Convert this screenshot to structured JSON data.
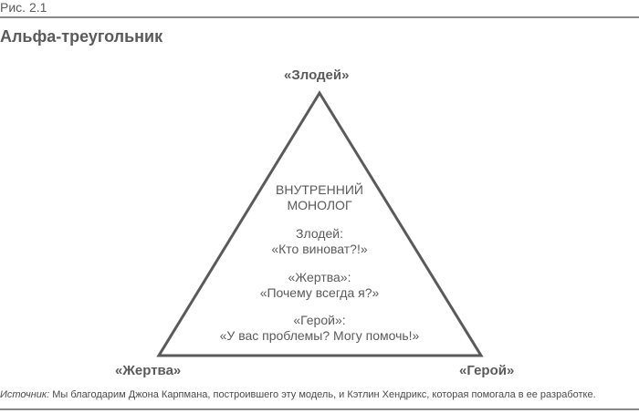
{
  "figure": {
    "label": "Рис. 2.1",
    "title": "Альфа-треугольник"
  },
  "triangle": {
    "stroke_color": "#5a5a5a",
    "vertices": {
      "top": "«Злодей»",
      "bottom_left": "«Жертва»",
      "bottom_right": "«Герой»"
    }
  },
  "inner": {
    "heading_line1": "ВНУТРЕННИЙ",
    "heading_line2": "МОНОЛОГ",
    "blocks": [
      {
        "role": "Злодей:",
        "quote": "«Кто виноват?!»"
      },
      {
        "role": "«Жертва»:",
        "quote": "«Почему всегда я?»"
      },
      {
        "role": "«Герой»:",
        "quote": "«У вас проблемы? Могу помочь!»"
      }
    ]
  },
  "source": {
    "label": "Источник:",
    "text": " Мы благодарим Джона Карпмана, построившего эту модель, и Кэтлин Хендрикс, которая помогала в ее разработке."
  }
}
